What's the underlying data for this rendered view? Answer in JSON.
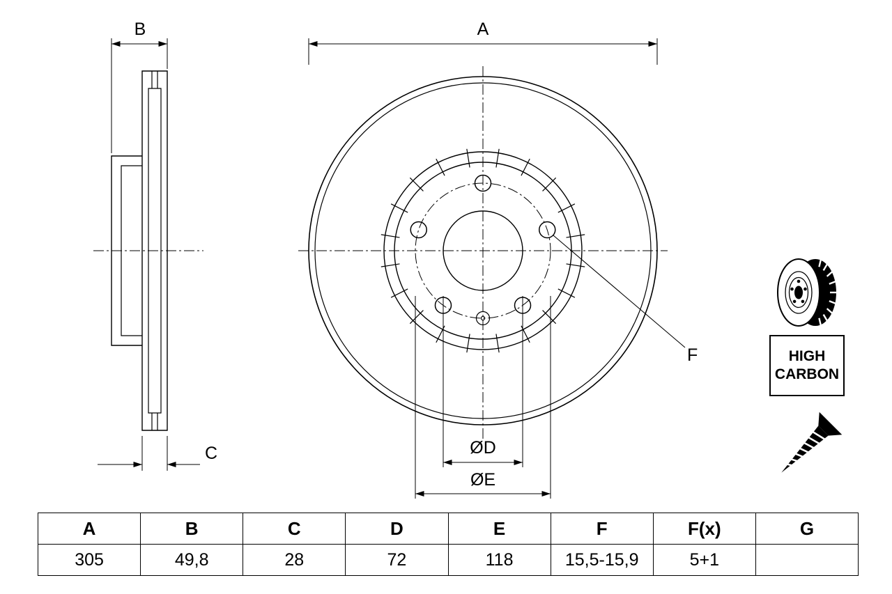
{
  "drawing": {
    "dimension_labels": {
      "a": "A",
      "b": "B",
      "c": "C",
      "d": "ØD",
      "e": "ØE",
      "f": "F"
    },
    "badge": {
      "line1": "HIGH",
      "line2": "CARBON"
    },
    "icon_names": [
      "brake-disc-3d-icon",
      "countersunk-screw-icon"
    ]
  },
  "spec_table": {
    "headers": [
      "A",
      "B",
      "C",
      "D",
      "E",
      "F",
      "F(x)",
      "G"
    ],
    "values": [
      "305",
      "49,8",
      "28",
      "72",
      "118",
      "15,5-15,9",
      "5+1",
      ""
    ]
  },
  "colors": {
    "line": "#000000",
    "background": "#ffffff"
  }
}
